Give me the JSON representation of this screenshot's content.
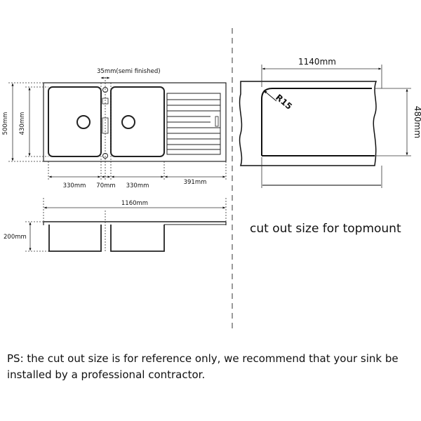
{
  "left_diagram": {
    "top_view": {
      "label_35": "35mm(semi finished)",
      "label_500": "500mm",
      "label_430": "430mm",
      "label_330_a": "330mm",
      "label_70": "70mm",
      "label_330_b": "330mm",
      "label_391": "391mm"
    },
    "side_view": {
      "label_1160": "1160mm",
      "label_200": "200mm"
    }
  },
  "right_diagram": {
    "label_1140": "1140mm",
    "label_480": "480mm",
    "label_radius": "R15",
    "caption": "cut out size for topmount"
  },
  "footer_note": "PS: the cut out size is for reference only, we recommend that your sink be installed by a professional contractor."
}
